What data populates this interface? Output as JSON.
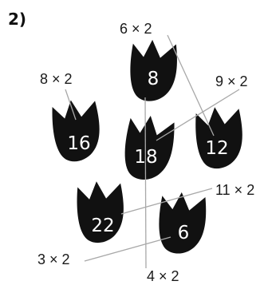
{
  "question_number": "2)",
  "tulips": [
    {
      "id": "tulip-8",
      "value": "8"
    },
    {
      "id": "tulip-16",
      "value": "16"
    },
    {
      "id": "tulip-18",
      "value": "18"
    },
    {
      "id": "tulip-12",
      "value": "12"
    },
    {
      "id": "tulip-22",
      "value": "22"
    },
    {
      "id": "tulip-6",
      "value": "6"
    }
  ],
  "labels": [
    {
      "id": "label-6x2",
      "text": "6 × 2",
      "connects_to": "12"
    },
    {
      "id": "label-8x2",
      "text": "8 × 2",
      "connects_to": "16"
    },
    {
      "id": "label-9x2",
      "text": "9 × 2",
      "connects_to": "18"
    },
    {
      "id": "label-11x2",
      "text": "11 × 2",
      "connects_to": "22"
    },
    {
      "id": "label-3x2",
      "text": "3 × 2",
      "connects_to": "6"
    },
    {
      "id": "label-4x2",
      "text": "4 × 2",
      "connects_to": "8"
    }
  ],
  "colors": {
    "tulip": "#111111",
    "line": "#a8a8a8",
    "text": "#1a1a1a"
  }
}
